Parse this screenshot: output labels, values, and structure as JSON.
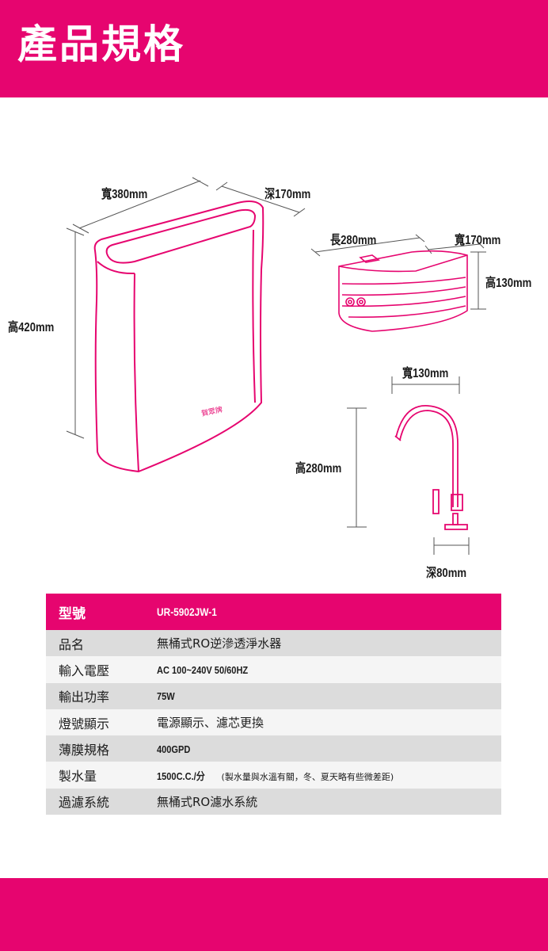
{
  "header": {
    "title": "產品規格"
  },
  "diagram": {
    "tank": {
      "width": "寬380mm",
      "depth": "深170mm",
      "height": "高420mm",
      "logo": "賀眾牌"
    },
    "unit": {
      "length": "長280mm",
      "width": "寬170mm",
      "height": "高130mm"
    },
    "faucet": {
      "width": "寬130mm",
      "height": "高280mm",
      "depth": "深80mm"
    }
  },
  "specs": {
    "header": {
      "label": "型號",
      "value": "UR-5902JW-1"
    },
    "rows": [
      {
        "label": "品名",
        "value": "無桶式RO逆滲透淨水器"
      },
      {
        "label": "輸入電壓",
        "value": "AC 100~240V  50/60HZ"
      },
      {
        "label": "輸出功率",
        "value": "75W"
      },
      {
        "label": "燈號顯示",
        "value": "電源顯示、濾芯更換"
      },
      {
        "label": "薄膜規格",
        "value": "400GPD"
      },
      {
        "label": "製水量",
        "value": "1500C.C./分",
        "note": "(製水量與水溫有關，冬、夏天略有些微差距)"
      },
      {
        "label": "過濾系統",
        "value": "無桶式RO濾水系統"
      }
    ]
  },
  "colors": {
    "accent": "#e6056f",
    "row_alt": "#dcdcdc",
    "row_plain": "#f5f5f5"
  }
}
